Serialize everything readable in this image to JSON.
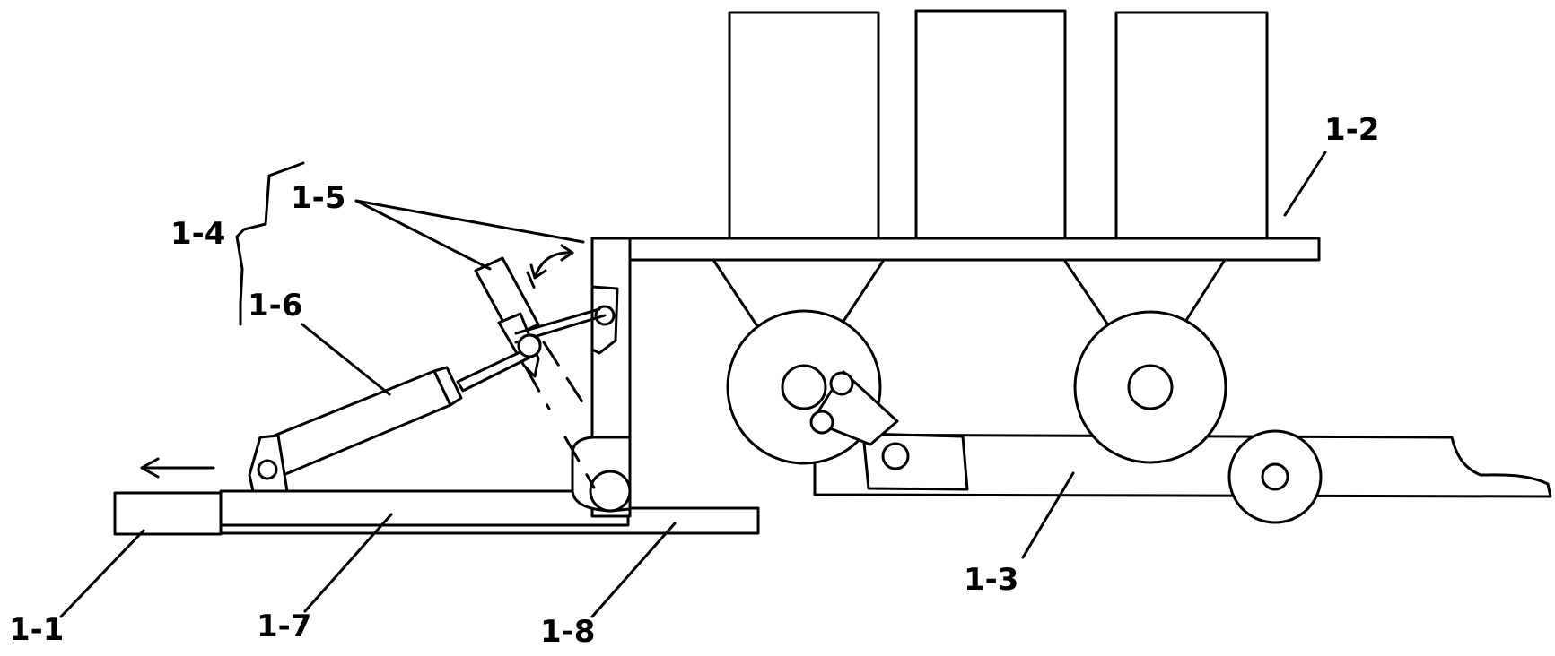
{
  "labels": {
    "l1_1": "1-1",
    "l1_2": "1-2",
    "l1_3": "1-3",
    "l1_4": "1-4",
    "l1_5": "1-5",
    "l1_6": "1-6",
    "l1_7": "1-7",
    "l1_8": "1-8"
  },
  "colors": {
    "line": "#000000",
    "background": "#ffffff"
  }
}
